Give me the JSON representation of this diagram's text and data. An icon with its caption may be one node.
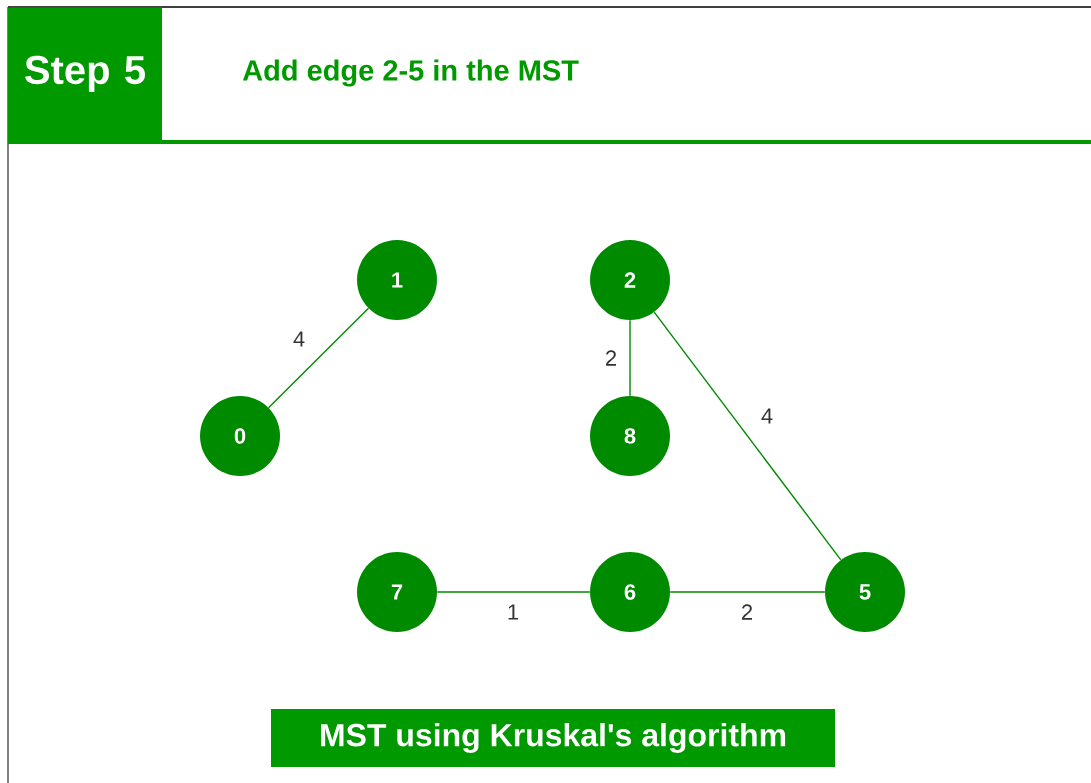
{
  "diagram": {
    "title": "Add edge 2-5 in the MST",
    "caption": "MST using Kruskal's algorithm",
    "nodes": [
      {
        "text": [
          "Step 5"
        ]
      },
      {
        "text": [
          "1"
        ]
      },
      {
        "text": [
          "2"
        ]
      },
      {
        "text": [
          "0"
        ]
      },
      {
        "text": [
          "8"
        ]
      },
      {
        "text": [
          "7"
        ]
      },
      {
        "text": [
          "6"
        ]
      },
      {
        "text": [
          "5"
        ]
      }
    ],
    "edges": [
      {
        "from": 3,
        "to": 1,
        "arrow": "none",
        "label": "4"
      },
      {
        "from": 2,
        "to": 4,
        "arrow": "none",
        "label": "2"
      },
      {
        "from": 2,
        "to": 7,
        "arrow": "none",
        "label": "4"
      },
      {
        "from": 5,
        "to": 6,
        "arrow": "none",
        "label": "1"
      },
      {
        "from": 6,
        "to": 7,
        "arrow": "none",
        "label": "2"
      }
    ]
  }
}
